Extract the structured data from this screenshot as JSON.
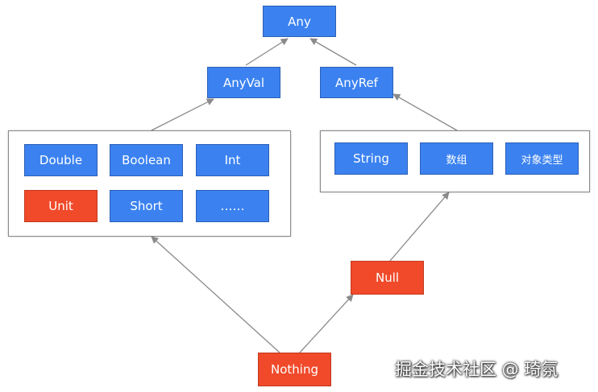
{
  "nodes": {
    "any": "Any",
    "anyval": "AnyVal",
    "anyref": "AnyRef",
    "double": "Double",
    "boolean": "Boolean",
    "int": "Int",
    "unit": "Unit",
    "short": "Short",
    "ellipsis": "……",
    "string": "String",
    "array": "数组",
    "objecttype": "对象类型",
    "null": "Null",
    "nothing": "Nothing"
  },
  "watermark": "掘金技术社区 @ 琦氛",
  "colors": {
    "blue": "#3b82f0",
    "red": "#f04a2a",
    "edge": "#8a8a8a"
  }
}
